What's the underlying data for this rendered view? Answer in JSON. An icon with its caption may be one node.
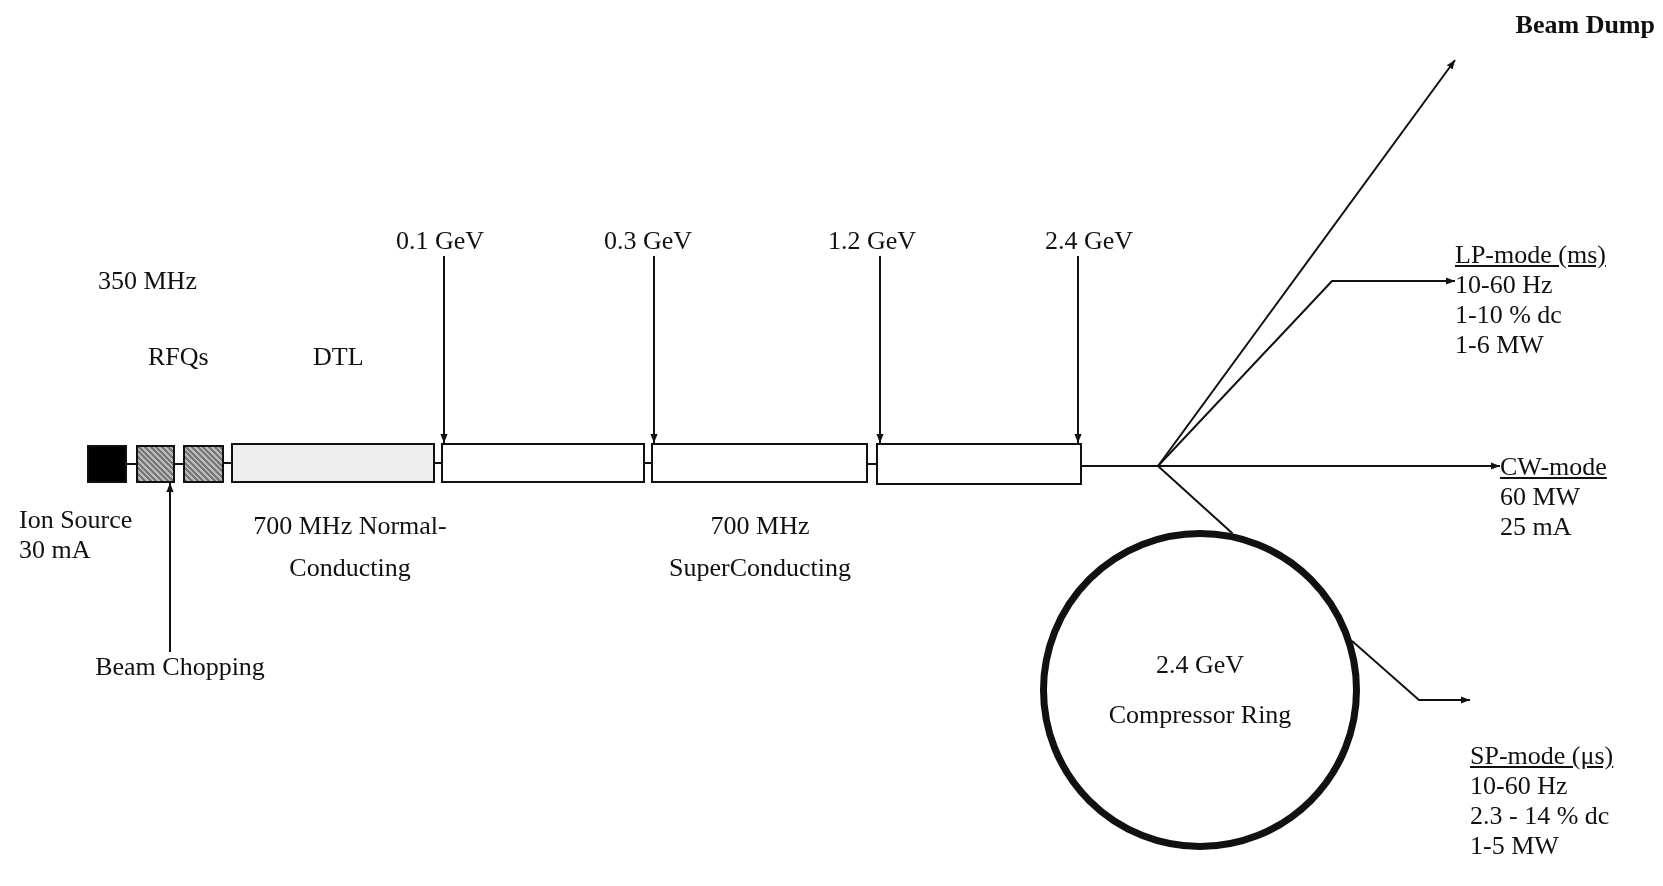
{
  "diagram": {
    "nodes": [
      {
        "text": [],
        "shape": "box",
        "beside": [
          "Ion Source 30 mA"
        ]
      },
      {
        "text": [],
        "shape": "box"
      },
      {
        "text": [],
        "shape": "box"
      },
      {
        "text": [],
        "shape": "box"
      },
      {
        "text": [],
        "shape": "box"
      },
      {
        "text": [],
        "shape": "box"
      },
      {
        "text": [],
        "shape": "box"
      },
      {
        "text": [
          "0.1 GeV"
        ]
      },
      {
        "text": [
          "0.3 GeV"
        ]
      },
      {
        "text": [
          "1.2 GeV"
        ]
      },
      {
        "text": [
          "2.4 GeV"
        ]
      },
      {
        "text": [
          "Beam Chopping"
        ]
      },
      {
        "text": [
          "Beam Dump"
        ]
      },
      {
        "text": [
          "LP-mode (ms)",
          "10-60 Hz",
          "1-10 % dc",
          "1-6 MW"
        ]
      },
      {
        "text": [
          "CW-mode",
          "60 MW",
          "25 mA"
        ]
      },
      {
        "text": [
          "2.4 GeV",
          "Compressor Ring"
        ]
      },
      {
        "text": [
          "SP-mode (μs)",
          "10-60 Hz",
          "2.3 - 14 % dc",
          "1-5 MW"
        ]
      }
    ],
    "edges": [
      {
        "from": 0,
        "to": 1,
        "arrow": "none"
      },
      {
        "from": 1,
        "to": 2,
        "arrow": "none"
      },
      {
        "from": 2,
        "to": 3,
        "arrow": "none"
      },
      {
        "from": 3,
        "to": 4,
        "arrow": "none"
      },
      {
        "from": 4,
        "to": 5,
        "arrow": "none"
      },
      {
        "from": 5,
        "to": 6,
        "arrow": "none"
      },
      {
        "from": 11,
        "to": 1,
        "arrow": "to"
      },
      {
        "from": 7,
        "to": 4,
        "arrow": "to"
      },
      {
        "from": 8,
        "to": 5,
        "arrow": "to"
      },
      {
        "from": 9,
        "to": 6,
        "arrow": "to"
      },
      {
        "from": 10,
        "to": 6,
        "arrow": "to"
      },
      {
        "from": 6,
        "to": 12,
        "arrow": "to"
      },
      {
        "from": 6,
        "to": 13,
        "arrow": "to"
      },
      {
        "from": 6,
        "to": 14,
        "arrow": "to"
      },
      {
        "from": 6,
        "to": 15,
        "arrow": "none"
      },
      {
        "from": 15,
        "to": 16,
        "arrow": "to"
      }
    ],
    "labels": [
      "350 MHz",
      "RFQs",
      "DTL",
      "700 MHz Normal-Conducting",
      "700 MHz SuperConducting"
    ]
  }
}
